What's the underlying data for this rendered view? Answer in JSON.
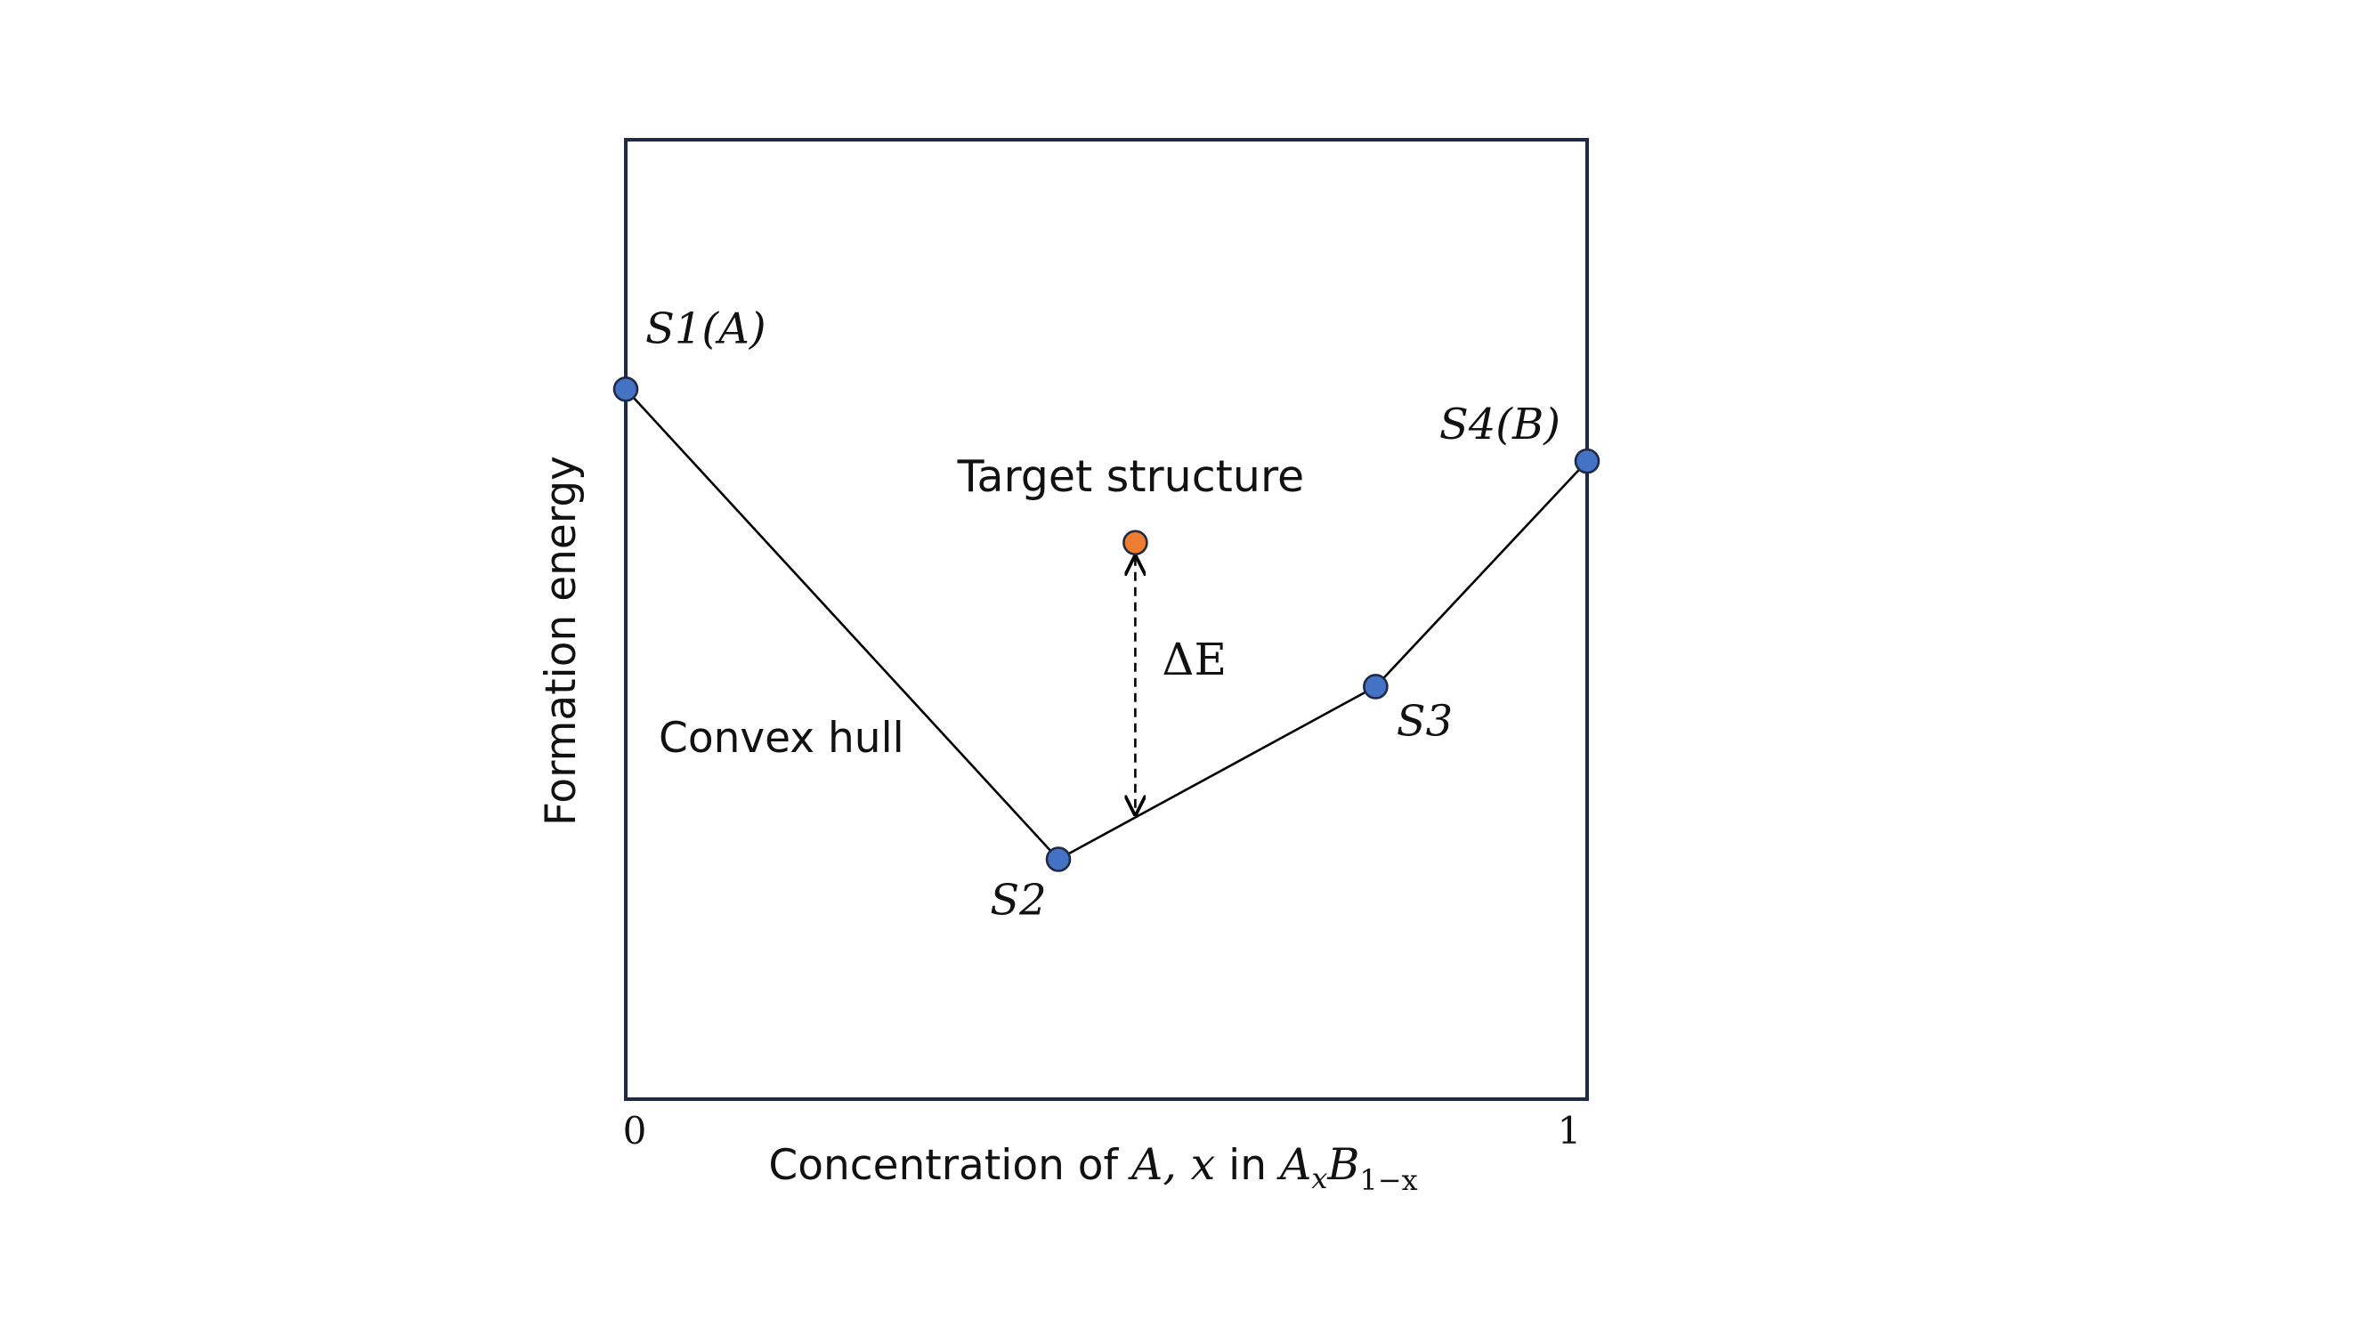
{
  "chart_data": {
    "type": "line",
    "xlabel_prefix": "Concentration of ",
    "xlabel_math": "A, x",
    "xlabel_mid": " in ",
    "xlabel_formula": {
      "base1": "A",
      "sub1": "x",
      "base2": "B",
      "sub2": "1−x"
    },
    "ylabel": "Formation energy",
    "xlim": [
      0,
      1
    ],
    "x_ticks": [
      "0",
      "1"
    ],
    "hull_label": "Convex hull",
    "series": [
      {
        "name": "Convex hull",
        "color": "#000000",
        "marker_color": "#4472C4",
        "points": [
          {
            "label": "S1(A)",
            "x": 0.0,
            "y": 0.74
          },
          {
            "label": "S2",
            "x": 0.45,
            "y": 0.25
          },
          {
            "label": "S3",
            "x": 0.78,
            "y": 0.43
          },
          {
            "label": "S4(B)",
            "x": 1.0,
            "y": 0.665
          }
        ]
      }
    ],
    "target": {
      "label": "Target structure",
      "x": 0.53,
      "y": 0.58,
      "color": "#ED7D31"
    },
    "delta_label": "ΔE",
    "frame_color": "#1F2A44"
  }
}
